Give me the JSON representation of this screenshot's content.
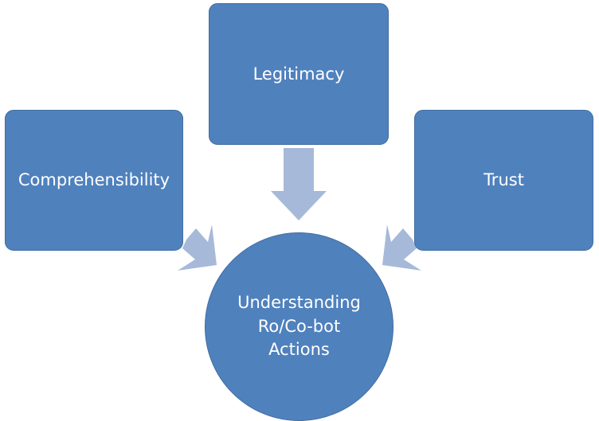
{
  "diagram": {
    "nodes": [
      {
        "id": "legitimacy",
        "label": "Legitimacy"
      },
      {
        "id": "comprehensibility",
        "label": "Comprehensibility"
      },
      {
        "id": "trust",
        "label": "Trust"
      }
    ],
    "center": {
      "line1": "Understanding",
      "line2": "Ro/Co-bot",
      "line3": "Actions"
    },
    "colors": {
      "node_fill": "#4f81bd",
      "node_border": "#416da1",
      "arrow_fill": "#a7b9d9",
      "text": "#ffffff"
    },
    "edges": [
      {
        "from": "legitimacy",
        "to": "center"
      },
      {
        "from": "comprehensibility",
        "to": "center"
      },
      {
        "from": "trust",
        "to": "center"
      }
    ]
  }
}
